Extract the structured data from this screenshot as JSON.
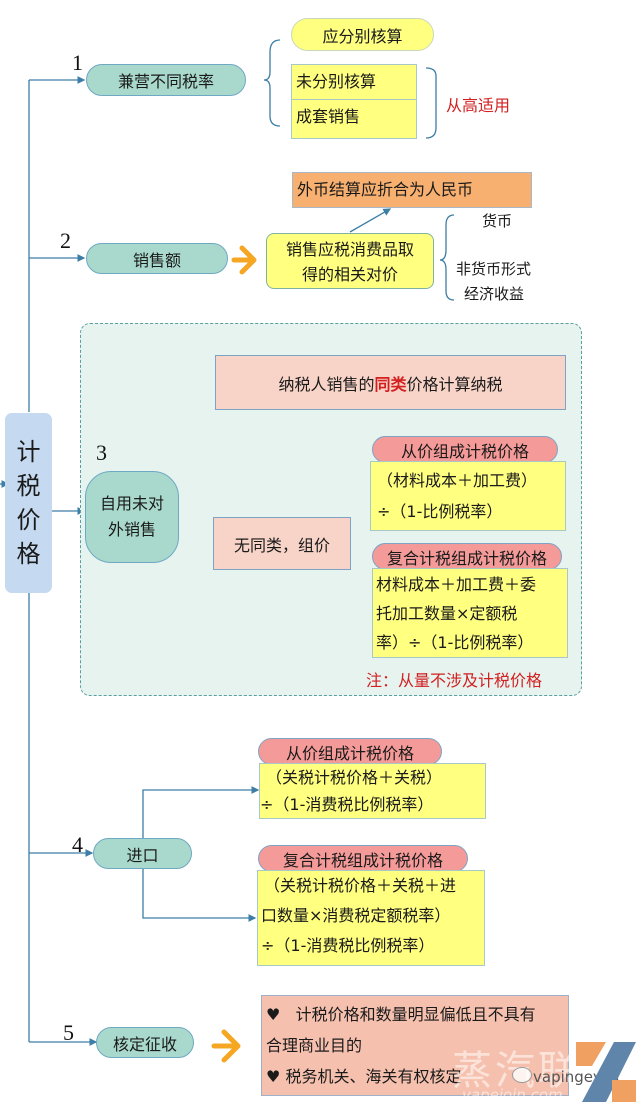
{
  "root": {
    "label_chars": [
      "计",
      "税",
      "价",
      "格"
    ]
  },
  "section1": {
    "number": "1",
    "node": "兼营不同税率",
    "option_top": "应分别核算",
    "option_list": [
      "未分别核算",
      "成套销售"
    ],
    "note": "从高适用"
  },
  "section2": {
    "number": "2",
    "node": "销售额",
    "detail_lines": [
      "销售应税消费品取",
      "得的相关对价"
    ],
    "foreign_note": "外币结算应折合为人民币",
    "forms": [
      "货币",
      "非货币形式",
      "经济收益"
    ]
  },
  "section3": {
    "number": "3",
    "node_lines": [
      "自用未对",
      "外销售"
    ],
    "same_kind": {
      "prefix": "纳税人销售的",
      "highlight": "同类",
      "suffix": "价格计算纳税"
    },
    "no_same_kind": "无同类，组价",
    "ad_valorem": {
      "title": "从价组成计税价格",
      "lines": [
        "（材料成本＋加工费）",
        "÷（1-比例税率）"
      ]
    },
    "compound": {
      "title": "复合计税组成计税价格",
      "lines": [
        "材料成本＋加工费＋委",
        "托加工数量×定额税",
        "率）÷（1-比例税率）"
      ]
    },
    "note": "注：从量不涉及计税价格"
  },
  "section4": {
    "number": "4",
    "node": "进口",
    "ad_valorem": {
      "title": "从价组成计税价格",
      "lines": [
        "（关税计税价格＋关税）",
        "÷（1-消费税比例税率）"
      ]
    },
    "compound": {
      "title": "复合计税组成计税价格",
      "lines": [
        "（关税计税价格＋关税＋进",
        "口数量×消费税定额税率）",
        "÷（1-消费税比例税率）"
      ]
    }
  },
  "section5": {
    "number": "5",
    "node": "核定征收",
    "bullet": "♥",
    "lines": [
      "计税价格和数量明显偏低且不具有",
      "合理商业目的",
      "税务机关、海关有权核定"
    ]
  },
  "watermark": {
    "text": "蒸汽联",
    "subtext": "vapejoin.com",
    "account": "vapingeyes"
  },
  "colors": {
    "node_fill": "#a9d9cc",
    "yellow": "#ffff80",
    "pink": "#f8d4c8",
    "red_pill": "#f49a98",
    "orange_box": "#f8b070",
    "root_fill": "#c5d9f0",
    "panel_fill": "#e6f3ef",
    "accent_red": "#d22020",
    "arrow_orange": "#f5a623",
    "line": "#3d7ea6"
  }
}
